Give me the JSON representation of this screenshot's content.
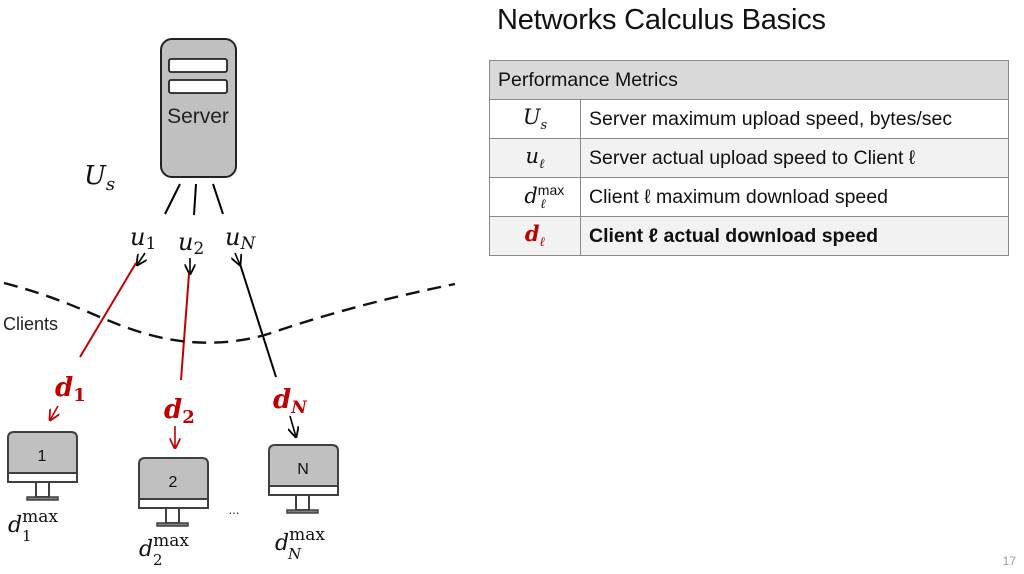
{
  "slide": {
    "title": "Networks Calculus Basics",
    "page_number": "17"
  },
  "colors": {
    "accent_red": "#c00000",
    "device_fill": "#c0c0c0",
    "device_stroke": "#404040",
    "table_header_bg": "#d9d9d9",
    "table_alt_bg": "#f2f2f2"
  },
  "table": {
    "header": "Performance Metrics",
    "rows": [
      {
        "symbol_base": "U",
        "symbol_sub": "s",
        "symbol_sup": "",
        "description": "Server maximum upload speed, bytes/sec",
        "emphasis": false
      },
      {
        "symbol_base": "u",
        "symbol_sub": "ℓ",
        "symbol_sup": "",
        "description": "Server actual upload speed to Client ℓ",
        "emphasis": false
      },
      {
        "symbol_base": "d",
        "symbol_sub": "ℓ",
        "symbol_sup": "max",
        "description": "Client ℓ maximum download speed",
        "emphasis": false
      },
      {
        "symbol_base": "d",
        "symbol_sub": "ℓ",
        "symbol_sup": "",
        "description": "Client ℓ actual download speed",
        "emphasis": true
      }
    ]
  },
  "diagram": {
    "server_label": "Server",
    "server_capacity": {
      "base": "U",
      "sub": "s"
    },
    "uploads": [
      {
        "base": "u",
        "sub": "1"
      },
      {
        "base": "u",
        "sub": "2"
      },
      {
        "base": "u",
        "sub": "N"
      }
    ],
    "boundary_label": "Clients",
    "downloads": [
      {
        "base": "d",
        "sub": "1",
        "highlighted": true
      },
      {
        "base": "d",
        "sub": "2",
        "highlighted": true
      },
      {
        "base": "d",
        "sub": "N",
        "highlighted": true
      }
    ],
    "clients": [
      {
        "label": "1",
        "max_base": "d",
        "max_sub": "1",
        "max_sup": "max"
      },
      {
        "label": "2",
        "max_base": "d",
        "max_sub": "2",
        "max_sup": "max"
      },
      {
        "label": "N",
        "max_base": "d",
        "max_sub": "N",
        "max_sup": "max"
      }
    ],
    "ellipsis": "..."
  }
}
